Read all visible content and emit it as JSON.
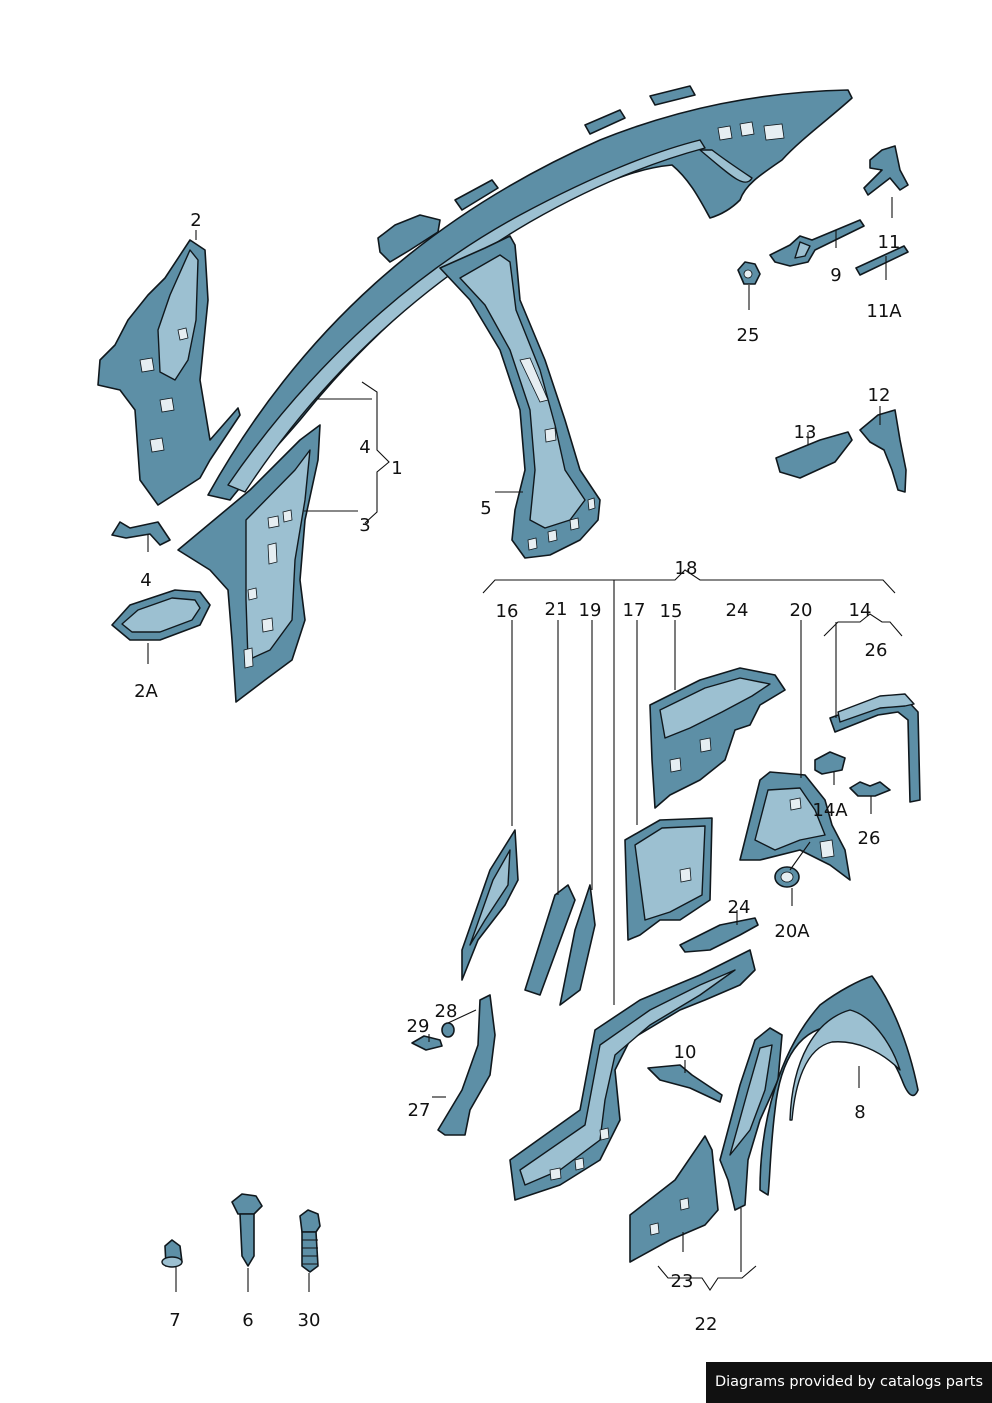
{
  "colors": {
    "part_fill": "#5d8fa6",
    "part_light": "#9cc0d1",
    "part_stroke": "#10181d",
    "hole": "#e6eef2",
    "credit_bg": "#111111",
    "credit_text": "#ffffff"
  },
  "labels": {
    "p1": "1",
    "p2": "2",
    "p2a": "2A",
    "p3": "3",
    "p4a": "4",
    "p4b": "4",
    "p5": "5",
    "p6": "6",
    "p7": "7",
    "p8": "8",
    "p9": "9",
    "p10": "10",
    "p11": "11",
    "p11a": "11A",
    "p12": "12",
    "p13": "13",
    "p14": "14",
    "p14a": "14A",
    "p15": "15",
    "p16": "16",
    "p17": "17",
    "p18": "18",
    "p19": "19",
    "p20": "20",
    "p20a": "20A",
    "p21": "21",
    "p22": "22",
    "p23": "23",
    "p24a": "24",
    "p24b": "24",
    "p25": "25",
    "p26a": "26",
    "p26b": "26",
    "p27": "27",
    "p28": "28",
    "p29": "29",
    "p30": "30"
  },
  "credit": "Diagrams provided by catalogs parts"
}
